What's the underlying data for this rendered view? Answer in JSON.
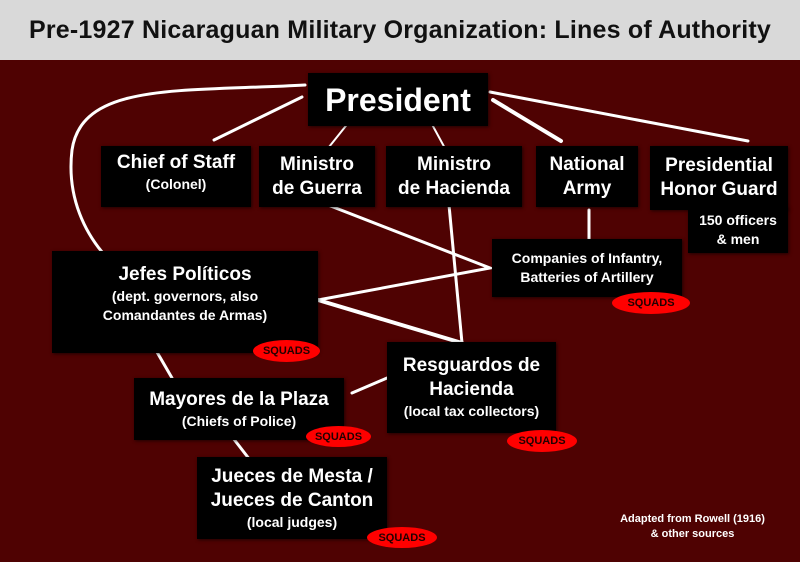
{
  "title": "Pre-1927 Nicaraguan Military Organization:  Lines of Authority",
  "nodes": {
    "president": {
      "label": "President"
    },
    "chief_of_staff": {
      "label": "Chief of Staff",
      "sub": "(Colonel)"
    },
    "ministro_guerra": {
      "line1": "Ministro",
      "line2": "de Guerra"
    },
    "ministro_hacienda": {
      "line1": "Ministro",
      "line2": "de Hacienda"
    },
    "national_army": {
      "line1": "National",
      "line2": "Army"
    },
    "honor_guard": {
      "line1": "Presidential",
      "line2": "Honor Guard",
      "sub1": "150 officers",
      "sub2": "& men"
    },
    "companies": {
      "line1": "Companies of Infantry,",
      "line2": "Batteries of Artillery",
      "badge": "SQUADS"
    },
    "jefes": {
      "label": "Jefes Políticos",
      "sub1": "(dept. governors, also",
      "sub2": "Comandantes de Armas)",
      "badge": "SQUADS"
    },
    "resguardos": {
      "line1": "Resguardos de",
      "line2": "Hacienda",
      "sub": "(local tax collectors)",
      "badge": "SQUADS"
    },
    "mayores": {
      "label": "Mayores de la Plaza",
      "sub": "(Chiefs of Police)",
      "badge": "SQUADS"
    },
    "jueces": {
      "line1": "Jueces de Mesta /",
      "line2": "Jueces de Canton",
      "sub": "(local judges)",
      "badge": "SQUADS"
    }
  },
  "credit": {
    "line1": "Adapted from Rowell (1916)",
    "line2": "& other sources"
  },
  "colors": {
    "background": "#4f0202",
    "box": "#000000",
    "badge": "#ff0000",
    "title_bar": "#d9d9d9"
  }
}
